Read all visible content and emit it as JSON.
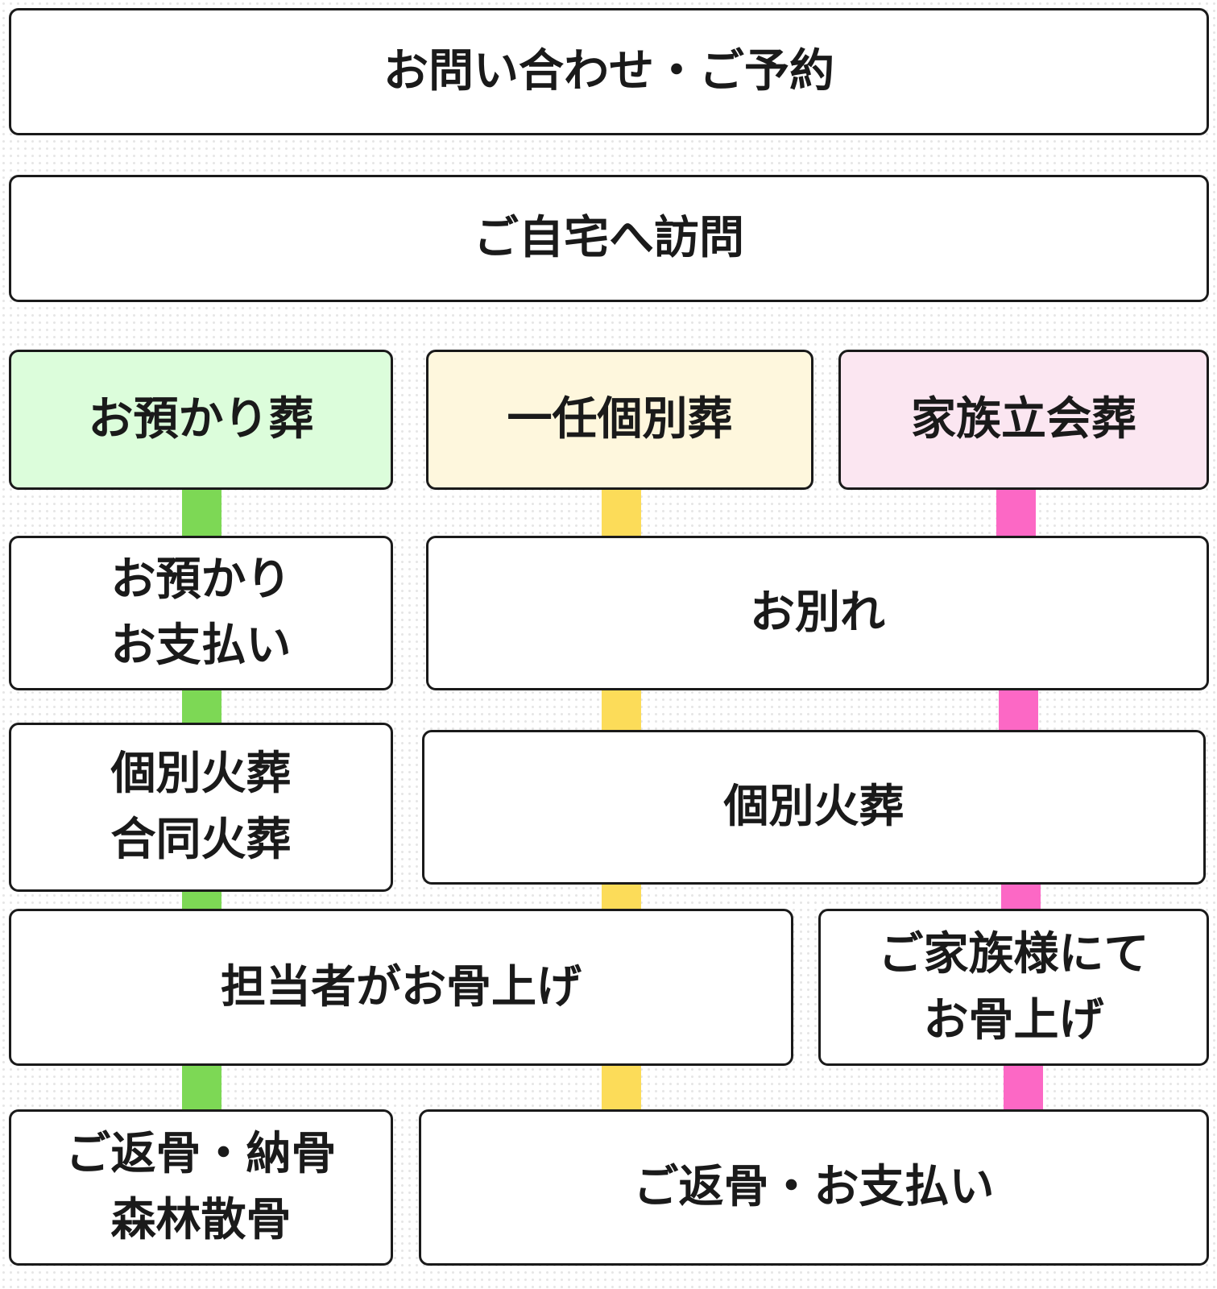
{
  "flow": {
    "contact": "お問い合わせ・ご予約",
    "visit": "ご自宅へ訪問",
    "plans": {
      "azukari": {
        "label": "お預かり葬",
        "color": "#dcfddb"
      },
      "ichinin": {
        "label": "一任個別葬",
        "color": "#fef7dd"
      },
      "kazoku": {
        "label": "家族立会葬",
        "color": "#fbe6f1"
      }
    },
    "connector_colors": {
      "azukari": "#7dd855",
      "ichinin": "#fcdc59",
      "kazoku": "#fc68c5"
    },
    "steps": {
      "azukari_payment": [
        "お預かり",
        "お支払い"
      ],
      "farewell": "お別れ",
      "azukari_cremation": [
        "個別火葬",
        "合同火葬"
      ],
      "individual_cremation": "個別火葬",
      "staff_bone_collection": "担当者がお骨上げ",
      "family_bone_collection": [
        "ご家族様にて",
        "お骨上げ"
      ],
      "azukari_final": [
        "ご返骨・納骨",
        "森林散骨"
      ],
      "return_payment": "ご返骨・お支払い"
    }
  }
}
